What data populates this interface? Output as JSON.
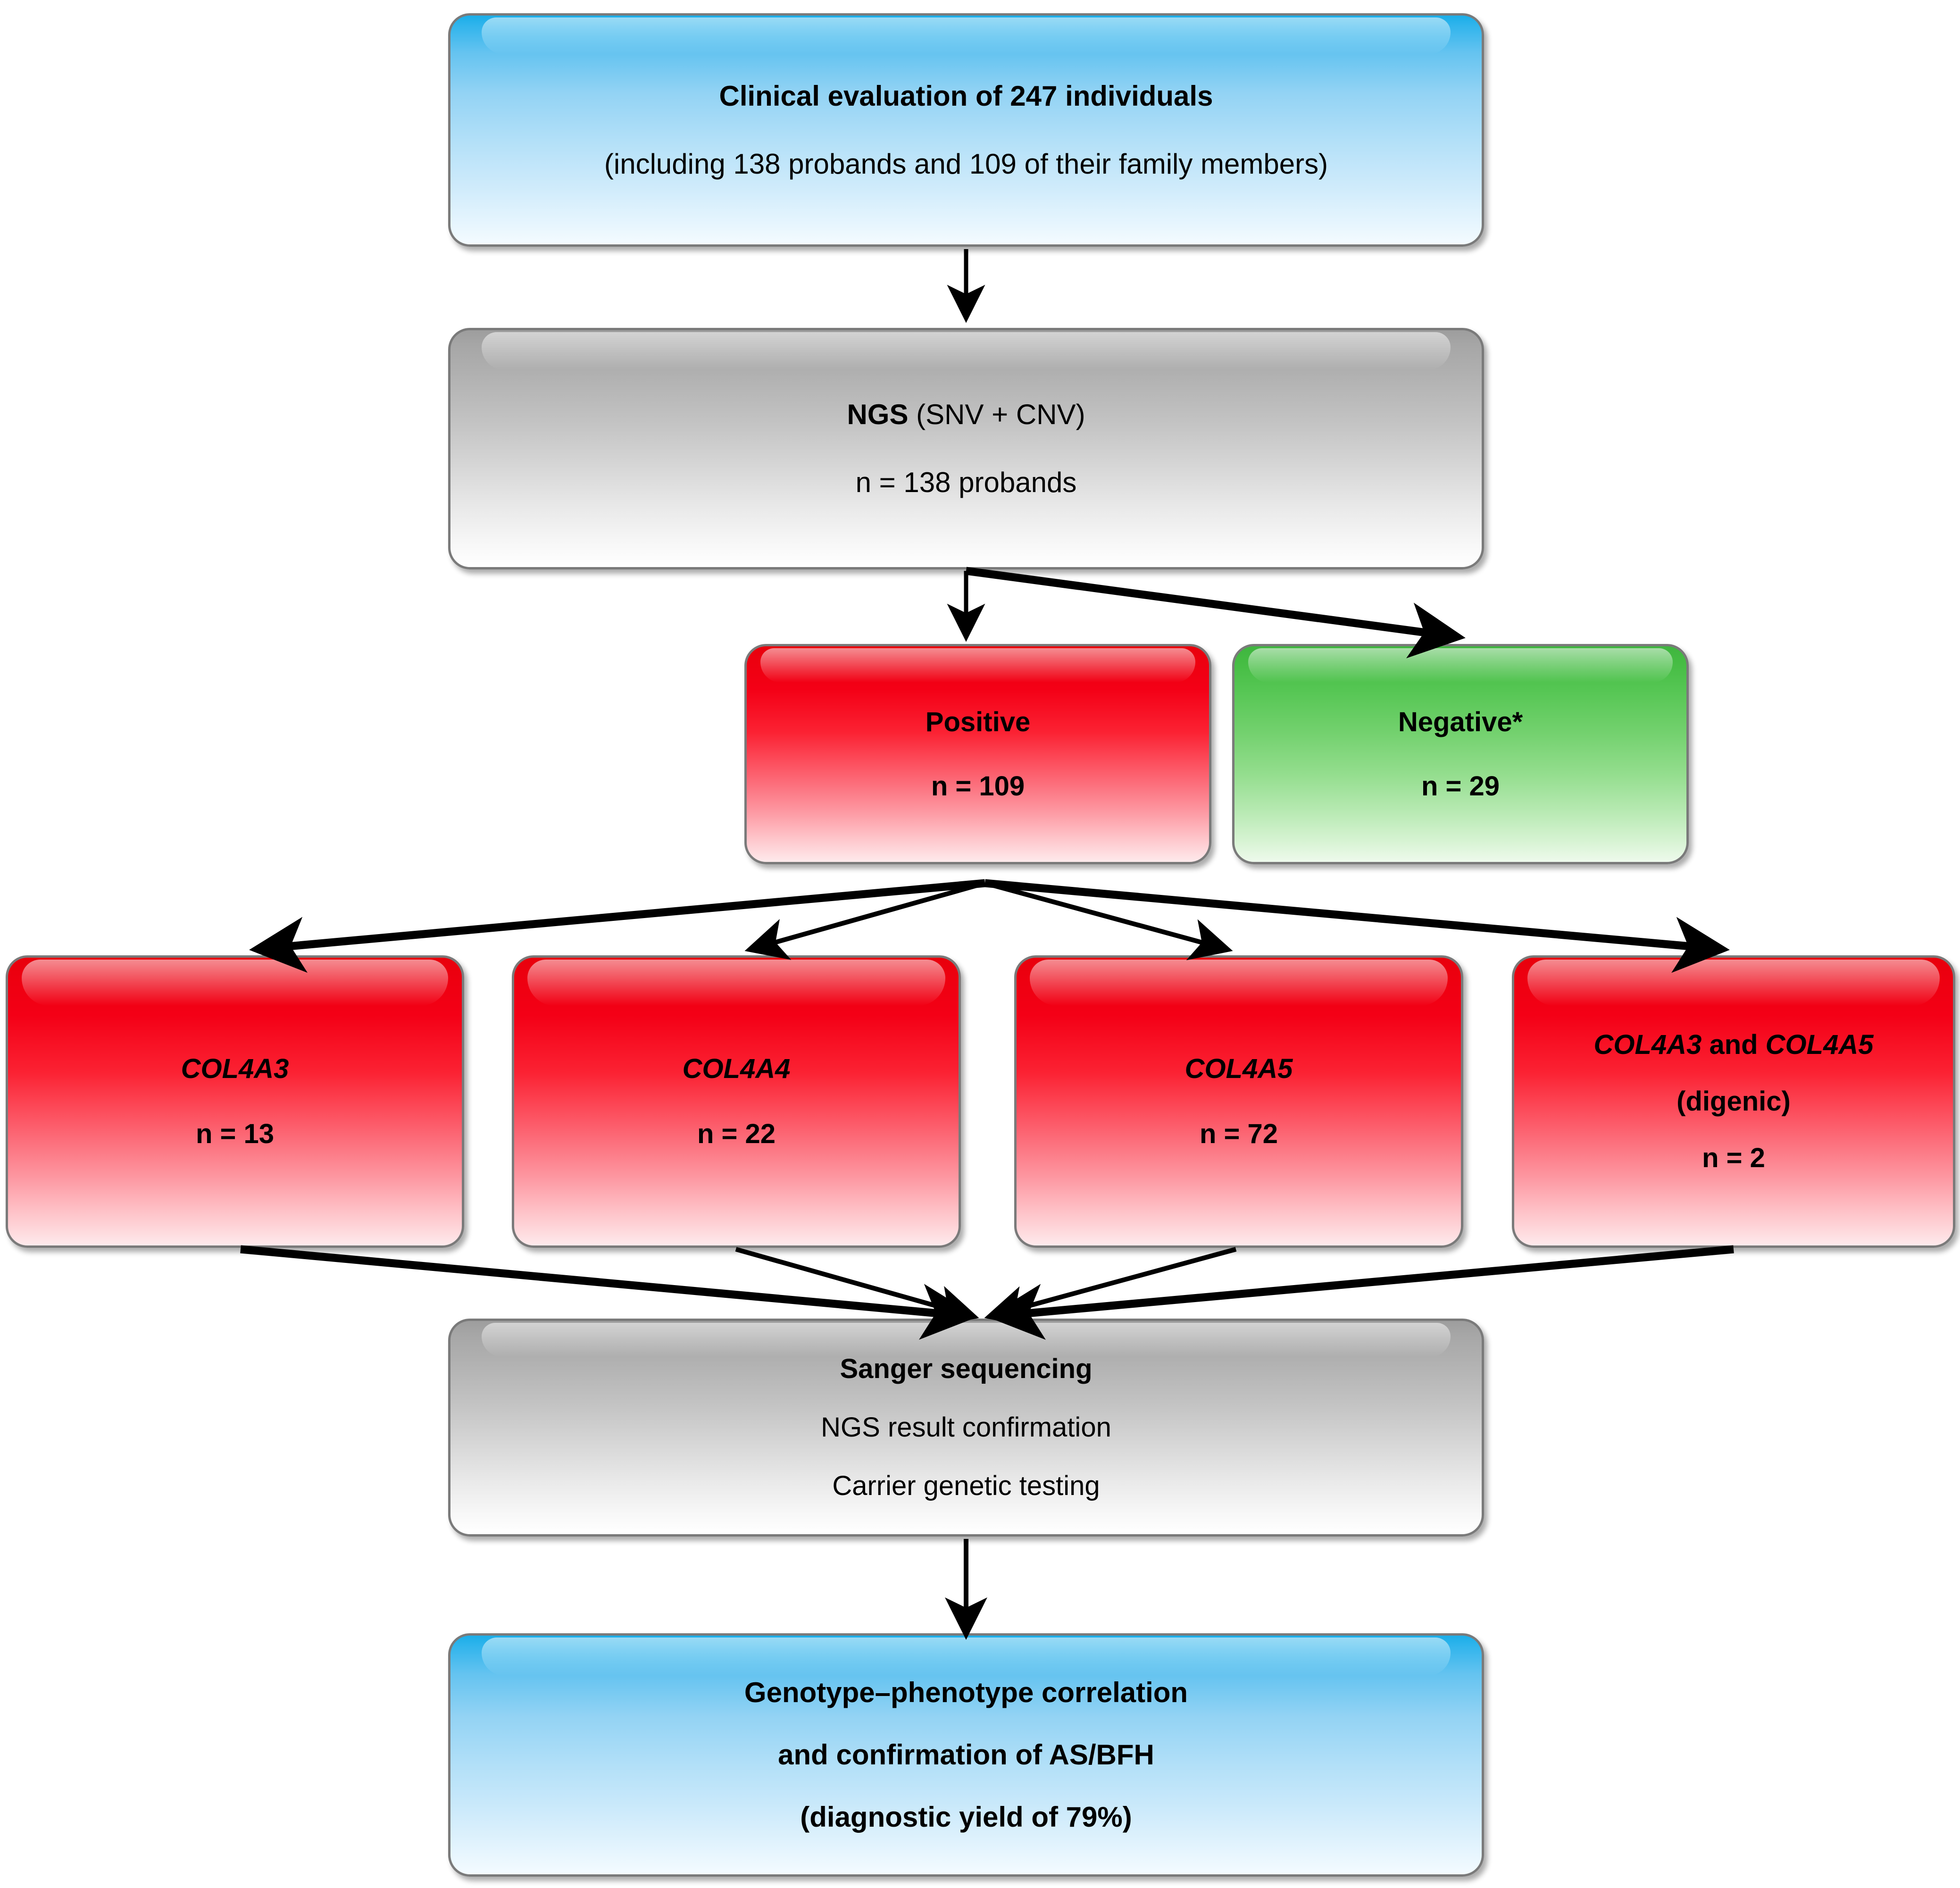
{
  "diagram": {
    "title": "Genetic diagnostic workflow flowchart",
    "colors": {
      "blue": "#64c3f0",
      "gray": "#c2c2c2",
      "red": "#f40016",
      "green": "#55c653",
      "border": "#7a7a7a",
      "arrow": "#000000"
    }
  },
  "nodes": {
    "clinical_evaluation": {
      "line1": "Clinical evaluation of 247 individuals",
      "line2": "(including 138 probands and 109 of their family members)"
    },
    "ngs": {
      "line1_bold": "NGS",
      "line1_rest": " (SNV + CNV)",
      "line2": "n = 138 probands"
    },
    "positive": {
      "line1": "Positive",
      "line2": "n = 109"
    },
    "negative": {
      "line1": "Negative*",
      "line2": "n = 29"
    },
    "col4a3": {
      "gene": "COL4A3",
      "count": "n = 13"
    },
    "col4a4": {
      "gene": "COL4A4",
      "count": "n = 22"
    },
    "col4a5": {
      "gene": "COL4A5",
      "count": "n = 72"
    },
    "digenic": {
      "gene_a": "COL4A3",
      "conjunction": " and ",
      "gene_b": "COL4A5",
      "subtitle": "(digenic)",
      "count": "n = 2"
    },
    "sanger": {
      "line1": "Sanger sequencing",
      "line2": "NGS result confirmation",
      "line3": "Carrier genetic testing"
    },
    "conclusion": {
      "line1": "Genotype–phenotype correlation",
      "line2": "and confirmation of AS/BFH",
      "line3": "(diagnostic yield of 79%)"
    }
  }
}
